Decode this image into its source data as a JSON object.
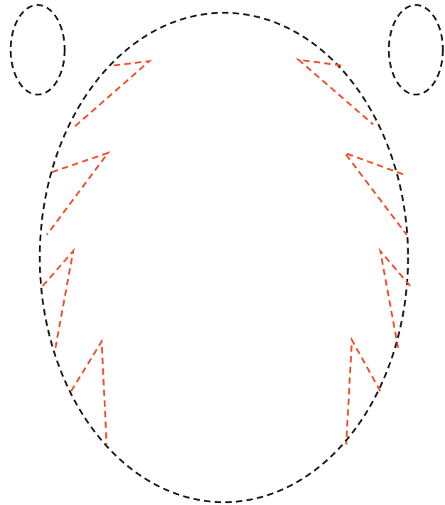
{
  "diagram": {
    "colors": {
      "outline": "#1a1a1a",
      "spikes": "#f0502a",
      "background": "#ffffff"
    },
    "shapes": [
      {
        "kind": "large-oval",
        "line_style": "dashed",
        "color": "outline"
      },
      {
        "kind": "small-oval-top-left",
        "line_style": "dashed",
        "color": "outline"
      },
      {
        "kind": "small-oval-top-right",
        "line_style": "dashed",
        "color": "outline"
      },
      {
        "kind": "spike-left",
        "count": 4,
        "line_style": "dashed",
        "color": "spikes"
      },
      {
        "kind": "spike-right",
        "count": 4,
        "line_style": "dashed",
        "color": "spikes"
      }
    ]
  }
}
